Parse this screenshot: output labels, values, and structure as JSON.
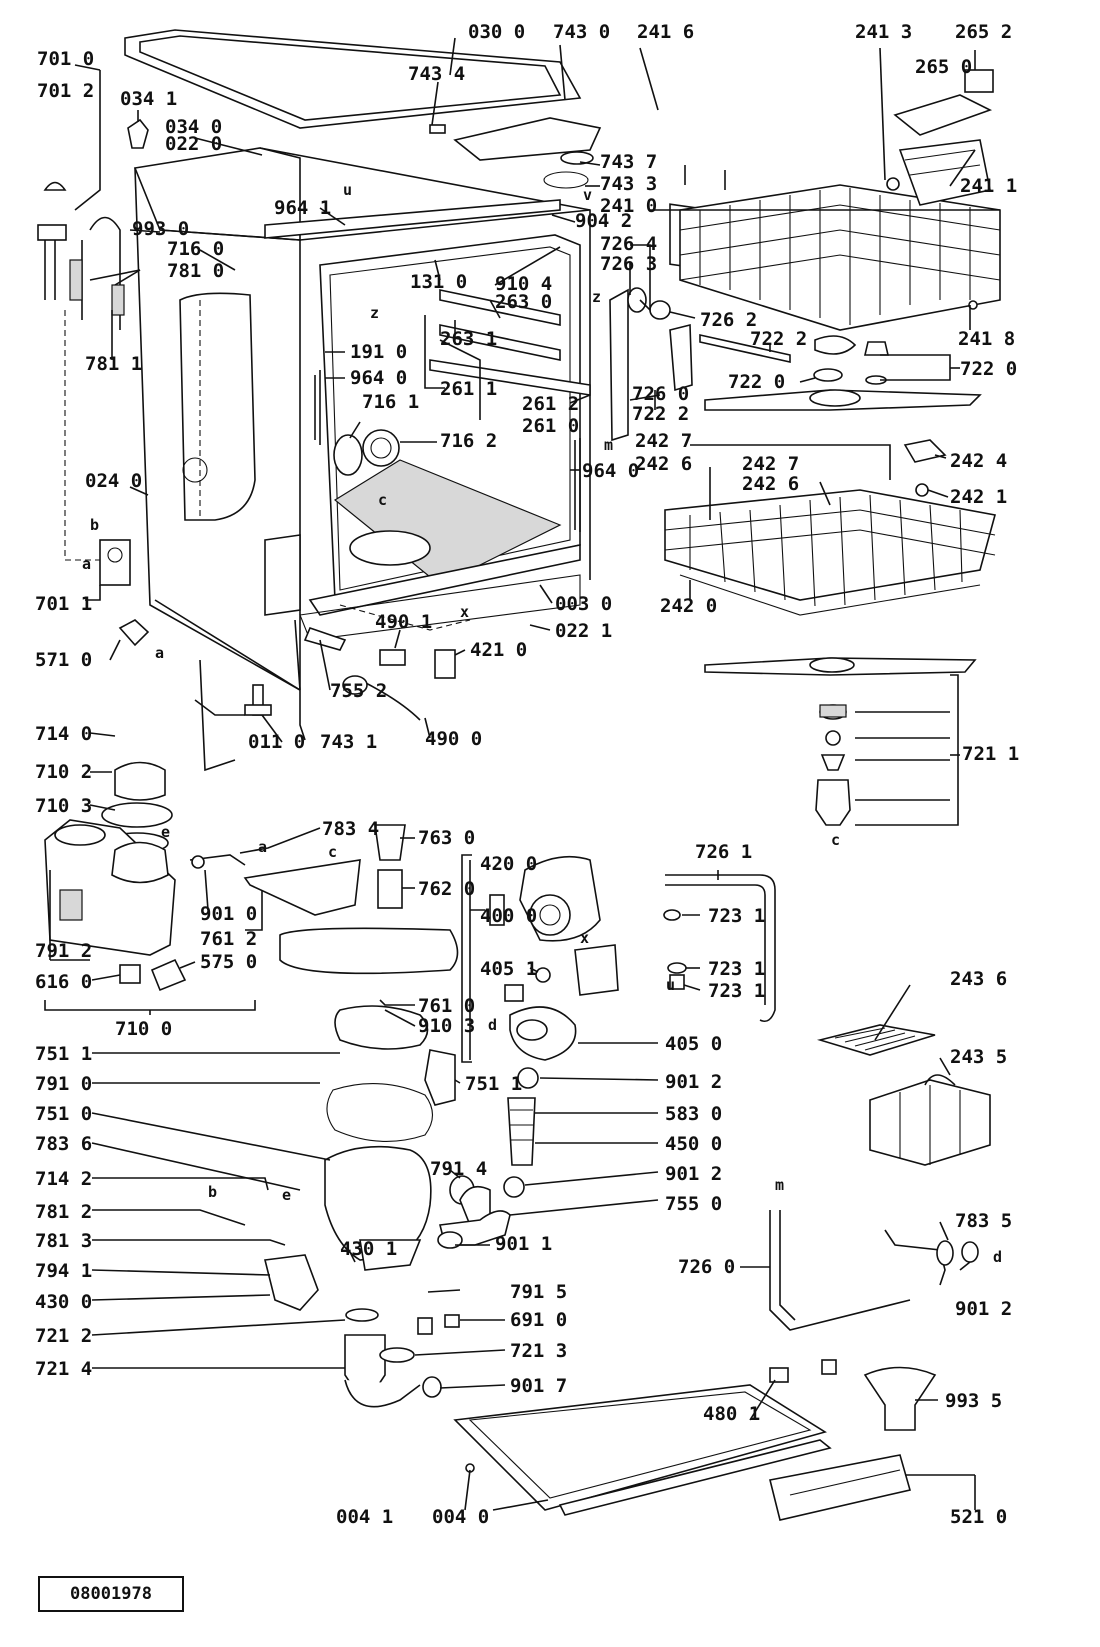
{
  "document_number": "08001978",
  "callouts": [
    {
      "id": "lbl-030-0",
      "text": "030 0"
    },
    {
      "id": "lbl-743-0",
      "text": "743 0"
    },
    {
      "id": "lbl-241-6",
      "text": "241 6"
    },
    {
      "id": "lbl-241-3",
      "text": "241 3"
    },
    {
      "id": "lbl-265-2",
      "text": "265 2"
    },
    {
      "id": "lbl-701-0",
      "text": "701 0"
    },
    {
      "id": "lbl-701-2",
      "text": "701 2"
    },
    {
      "id": "lbl-743-4",
      "text": "743 4"
    },
    {
      "id": "lbl-034-1",
      "text": "034 1"
    },
    {
      "id": "lbl-265-0",
      "text": "265 0"
    },
    {
      "id": "lbl-034-0",
      "text": "034 0"
    },
    {
      "id": "lbl-022-0",
      "text": "022 0"
    },
    {
      "id": "lbl-743-7",
      "text": "743 7"
    },
    {
      "id": "lbl-743-3",
      "text": "743 3"
    },
    {
      "id": "lbl-241-0",
      "text": "241 0"
    },
    {
      "id": "lbl-241-1",
      "text": "241 1"
    },
    {
      "id": "lbl-964-1",
      "text": "964 1"
    },
    {
      "id": "lbl-904-2",
      "text": "904 2"
    },
    {
      "id": "lbl-993-0",
      "text": "993 0"
    },
    {
      "id": "lbl-716-0",
      "text": "716 0"
    },
    {
      "id": "lbl-781-0",
      "text": "781 0"
    },
    {
      "id": "lbl-726-4",
      "text": "726 4"
    },
    {
      "id": "lbl-726-3",
      "text": "726 3"
    },
    {
      "id": "lbl-910-4",
      "text": "910 4"
    },
    {
      "id": "lbl-263-0",
      "text": "263 0"
    },
    {
      "id": "lbl-131-0",
      "text": "131 0"
    },
    {
      "id": "lbl-241-8",
      "text": "241 8"
    },
    {
      "id": "lbl-726-2",
      "text": "726 2"
    },
    {
      "id": "lbl-263-1",
      "text": "263 1"
    },
    {
      "id": "lbl-261-1",
      "text": "261 1"
    },
    {
      "id": "lbl-781-1",
      "text": "781 1"
    },
    {
      "id": "lbl-722-2a",
      "text": "722 2"
    },
    {
      "id": "lbl-722-0a",
      "text": "722 0"
    },
    {
      "id": "lbl-722-0b",
      "text": "722 0"
    },
    {
      "id": "lbl-191-0",
      "text": "191 0"
    },
    {
      "id": "lbl-964-0a",
      "text": "964 0"
    },
    {
      "id": "lbl-261-2",
      "text": "261 2"
    },
    {
      "id": "lbl-261-0",
      "text": "261 0"
    },
    {
      "id": "lbl-726-0a",
      "text": "726 0"
    },
    {
      "id": "lbl-722-2b",
      "text": "722 2"
    },
    {
      "id": "lbl-716-1",
      "text": "716 1"
    },
    {
      "id": "lbl-716-2",
      "text": "716 2"
    },
    {
      "id": "lbl-242-7a",
      "text": "242 7"
    },
    {
      "id": "lbl-242-6a",
      "text": "242 6"
    },
    {
      "id": "lbl-242-4",
      "text": "242 4"
    },
    {
      "id": "lbl-964-0b",
      "text": "964 0"
    },
    {
      "id": "lbl-242-7b",
      "text": "242 7"
    },
    {
      "id": "lbl-242-6b",
      "text": "242 6"
    },
    {
      "id": "lbl-242-1",
      "text": "242 1"
    },
    {
      "id": "lbl-024-0",
      "text": "024 0"
    },
    {
      "id": "lbl-003-0",
      "text": "003 0"
    },
    {
      "id": "lbl-022-1",
      "text": "022 1"
    },
    {
      "id": "lbl-242-0",
      "text": "242 0"
    },
    {
      "id": "lbl-701-1",
      "text": "701 1"
    },
    {
      "id": "lbl-490-1",
      "text": "490 1"
    },
    {
      "id": "lbl-421-0",
      "text": "421 0"
    },
    {
      "id": "lbl-571-0",
      "text": "571 0"
    },
    {
      "id": "lbl-755-2",
      "text": "755 2"
    },
    {
      "id": "lbl-743-1",
      "text": "743 1"
    },
    {
      "id": "lbl-011-0",
      "text": "011 0"
    },
    {
      "id": "lbl-490-0",
      "text": "490 0"
    },
    {
      "id": "lbl-714-0",
      "text": "714 0"
    },
    {
      "id": "lbl-710-2",
      "text": "710 2"
    },
    {
      "id": "lbl-721-1",
      "text": "721 1"
    },
    {
      "id": "lbl-710-3",
      "text": "710 3"
    },
    {
      "id": "lbl-783-4",
      "text": "783 4"
    },
    {
      "id": "lbl-763-0",
      "text": "763 0"
    },
    {
      "id": "lbl-726-1",
      "text": "726 1"
    },
    {
      "id": "lbl-420-0",
      "text": "420 0"
    },
    {
      "id": "lbl-762-0",
      "text": "762 0"
    },
    {
      "id": "lbl-400-0",
      "text": "400 0"
    },
    {
      "id": "lbl-901-0",
      "text": "901 0"
    },
    {
      "id": "lbl-761-2",
      "text": "761 2"
    },
    {
      "id": "lbl-723-1a",
      "text": "723 1"
    },
    {
      "id": "lbl-791-2",
      "text": "791 2"
    },
    {
      "id": "lbl-575-0",
      "text": "575 0"
    },
    {
      "id": "lbl-405-1",
      "text": "405 1"
    },
    {
      "id": "lbl-723-1b",
      "text": "723 1"
    },
    {
      "id": "lbl-723-1c",
      "text": "723 1"
    },
    {
      "id": "lbl-243-6",
      "text": "243 6"
    },
    {
      "id": "lbl-616-0",
      "text": "616 0"
    },
    {
      "id": "lbl-761-0",
      "text": "761 0"
    },
    {
      "id": "lbl-910-3",
      "text": "910 3"
    },
    {
      "id": "lbl-710-0",
      "text": "710 0"
    },
    {
      "id": "lbl-243-5",
      "text": "243 5"
    },
    {
      "id": "lbl-751-1a",
      "text": "751 1"
    },
    {
      "id": "lbl-405-0",
      "text": "405 0"
    },
    {
      "id": "lbl-751-1b",
      "text": "751 1"
    },
    {
      "id": "lbl-791-0",
      "text": "791 0"
    },
    {
      "id": "lbl-901-2a",
      "text": "901 2"
    },
    {
      "id": "lbl-751-0",
      "text": "751 0"
    },
    {
      "id": "lbl-583-0",
      "text": "583 0"
    },
    {
      "id": "lbl-783-6",
      "text": "783 6"
    },
    {
      "id": "lbl-450-0",
      "text": "450 0"
    },
    {
      "id": "lbl-714-2",
      "text": "714 2"
    },
    {
      "id": "lbl-791-4",
      "text": "791 4"
    },
    {
      "id": "lbl-901-2b",
      "text": "901 2"
    },
    {
      "id": "lbl-781-2",
      "text": "781 2"
    },
    {
      "id": "lbl-755-0",
      "text": "755 0"
    },
    {
      "id": "lbl-783-5",
      "text": "783 5"
    },
    {
      "id": "lbl-781-3",
      "text": "781 3"
    },
    {
      "id": "lbl-430-1",
      "text": "430 1"
    },
    {
      "id": "lbl-901-1",
      "text": "901 1"
    },
    {
      "id": "lbl-794-1",
      "text": "794 1"
    },
    {
      "id": "lbl-791-5",
      "text": "791 5"
    },
    {
      "id": "lbl-726-0b",
      "text": "726 0"
    },
    {
      "id": "lbl-901-2c",
      "text": "901 2"
    },
    {
      "id": "lbl-430-0",
      "text": "430 0"
    },
    {
      "id": "lbl-691-0",
      "text": "691 0"
    },
    {
      "id": "lbl-721-2",
      "text": "721 2"
    },
    {
      "id": "lbl-721-3",
      "text": "721 3"
    },
    {
      "id": "lbl-721-4",
      "text": "721 4"
    },
    {
      "id": "lbl-901-7",
      "text": "901 7"
    },
    {
      "id": "lbl-480-1",
      "text": "480 1"
    },
    {
      "id": "lbl-993-5",
      "text": "993 5"
    },
    {
      "id": "lbl-004-1",
      "text": "004 1"
    },
    {
      "id": "lbl-004-0",
      "text": "004 0"
    },
    {
      "id": "lbl-521-0",
      "text": "521 0"
    }
  ],
  "reference_letters": [
    {
      "id": "ref-z-1",
      "text": "z"
    },
    {
      "id": "ref-z-2",
      "text": "z"
    },
    {
      "id": "ref-u-1",
      "text": "u"
    },
    {
      "id": "ref-v-1",
      "text": "v"
    },
    {
      "id": "ref-m-1",
      "text": "m"
    },
    {
      "id": "ref-c-1",
      "text": "c"
    },
    {
      "id": "ref-x-1",
      "text": "x"
    },
    {
      "id": "ref-b-1",
      "text": "b"
    },
    {
      "id": "ref-a-1",
      "text": "a"
    },
    {
      "id": "ref-a-2",
      "text": "a"
    },
    {
      "id": "ref-c-2",
      "text": "c"
    },
    {
      "id": "ref-e-1",
      "text": "e"
    },
    {
      "id": "ref-a-3",
      "text": "a"
    },
    {
      "id": "ref-c-3",
      "text": "c"
    },
    {
      "id": "ref-x-2",
      "text": "x"
    },
    {
      "id": "ref-d-1",
      "text": "d"
    },
    {
      "id": "ref-u-2",
      "text": "u"
    },
    {
      "id": "ref-b-2",
      "text": "b"
    },
    {
      "id": "ref-e-2",
      "text": "e"
    },
    {
      "id": "ref-m-2",
      "text": "m"
    },
    {
      "id": "ref-d-2",
      "text": "d"
    }
  ]
}
